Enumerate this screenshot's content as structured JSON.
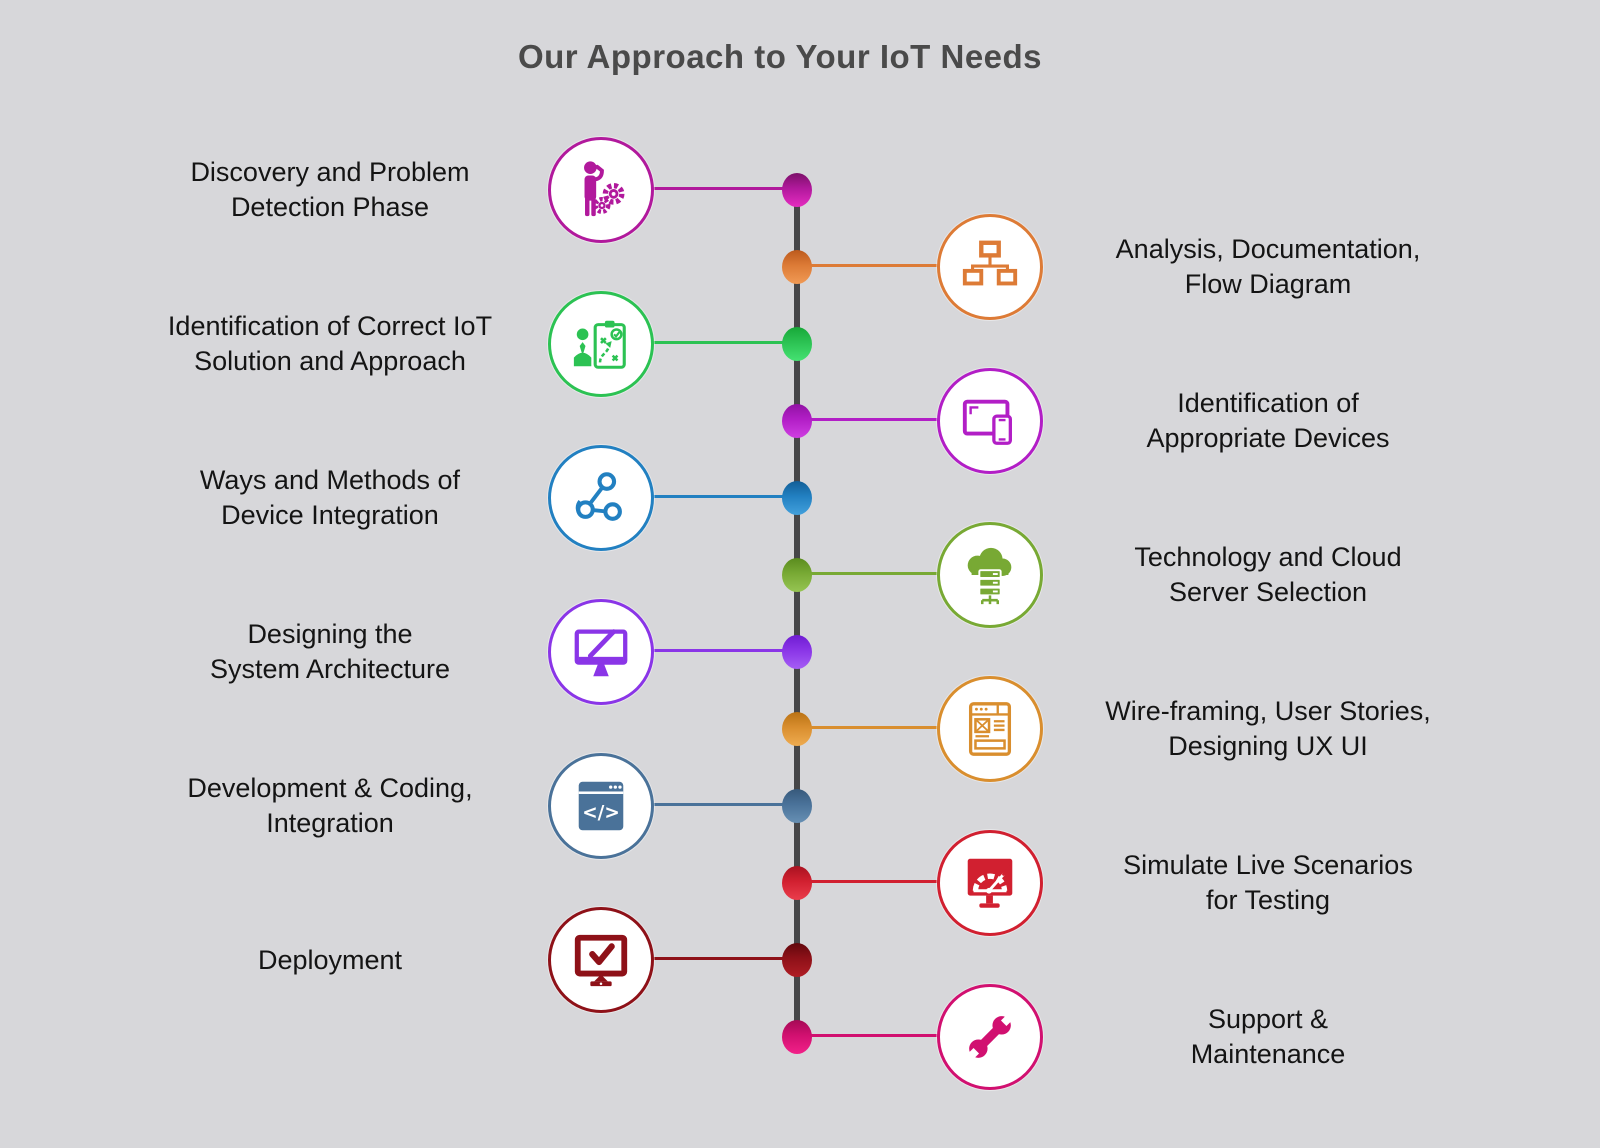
{
  "title": "Our Approach to Your IoT Needs",
  "colors": {
    "background": "#d7d7da",
    "timeline": "#464648",
    "title_text": "#4a4a4a",
    "label_text": "#141414",
    "badge_fill": "#ffffff"
  },
  "items": [
    {
      "label": "Discovery and Problem\nDetection Phase",
      "side": "left",
      "icon": "person-gears-icon",
      "color": "#b1199c",
      "color_dark": "#7c1069",
      "color_light": "#e52cc0"
    },
    {
      "label": "Analysis, Documentation,\nFlow Diagram",
      "side": "right",
      "icon": "flow-diagram-icon",
      "color": "#dd7b36",
      "color_dark": "#bc5a1d",
      "color_light": "#f09a55"
    },
    {
      "label": "Identification of Correct IoT\nSolution and Approach",
      "side": "left",
      "icon": "clipboard-strategy-icon",
      "color": "#2cc253",
      "color_dark": "#17a838",
      "color_light": "#45e272"
    },
    {
      "label": "Identification of\nAppropriate Devices",
      "side": "right",
      "icon": "devices-icon",
      "color": "#b21ec6",
      "color_dark": "#9112a4",
      "color_light": "#cf3fe2"
    },
    {
      "label": "Ways and Methods of\nDevice Integration",
      "side": "left",
      "icon": "share-nodes-icon",
      "color": "#2280c1",
      "color_dark": "#125e97",
      "color_light": "#42a0dc"
    },
    {
      "label": "Technology and Cloud\nServer Selection",
      "side": "right",
      "icon": "cloud-server-icon",
      "color": "#78a934",
      "color_dark": "#5a8c1e",
      "color_light": "#96c553"
    },
    {
      "label": "Designing the\nSystem Architecture",
      "side": "left",
      "icon": "monitor-pencil-icon",
      "color": "#8a35e7",
      "color_dark": "#6f1cd2",
      "color_light": "#a55ef5"
    },
    {
      "label": "Wire-framing, User Stories,\nDesigning UX UI",
      "side": "right",
      "icon": "wireframe-icon",
      "color": "#d98e2e",
      "color_dark": "#ba7214",
      "color_light": "#eeab50"
    },
    {
      "label": "Development & Coding,\nIntegration",
      "side": "left",
      "icon": "code-window-icon",
      "color": "#4a7299",
      "color_dark": "#37597b",
      "color_light": "#6790b4"
    },
    {
      "label": "Simulate Live Scenarios\nfor Testing",
      "side": "right",
      "icon": "gauge-monitor-icon",
      "color": "#d12030",
      "color_dark": "#a91220",
      "color_light": "#ea3d4c"
    },
    {
      "label": "Deployment",
      "side": "left",
      "icon": "monitor-check-icon",
      "color": "#8e1118",
      "color_dark": "#62080d",
      "color_light": "#b01d25"
    },
    {
      "label": "Support &\nMaintenance",
      "side": "right",
      "icon": "wrench-icon",
      "color": "#d11070",
      "color_dark": "#a50a55",
      "color_light": "#f22089"
    }
  ]
}
